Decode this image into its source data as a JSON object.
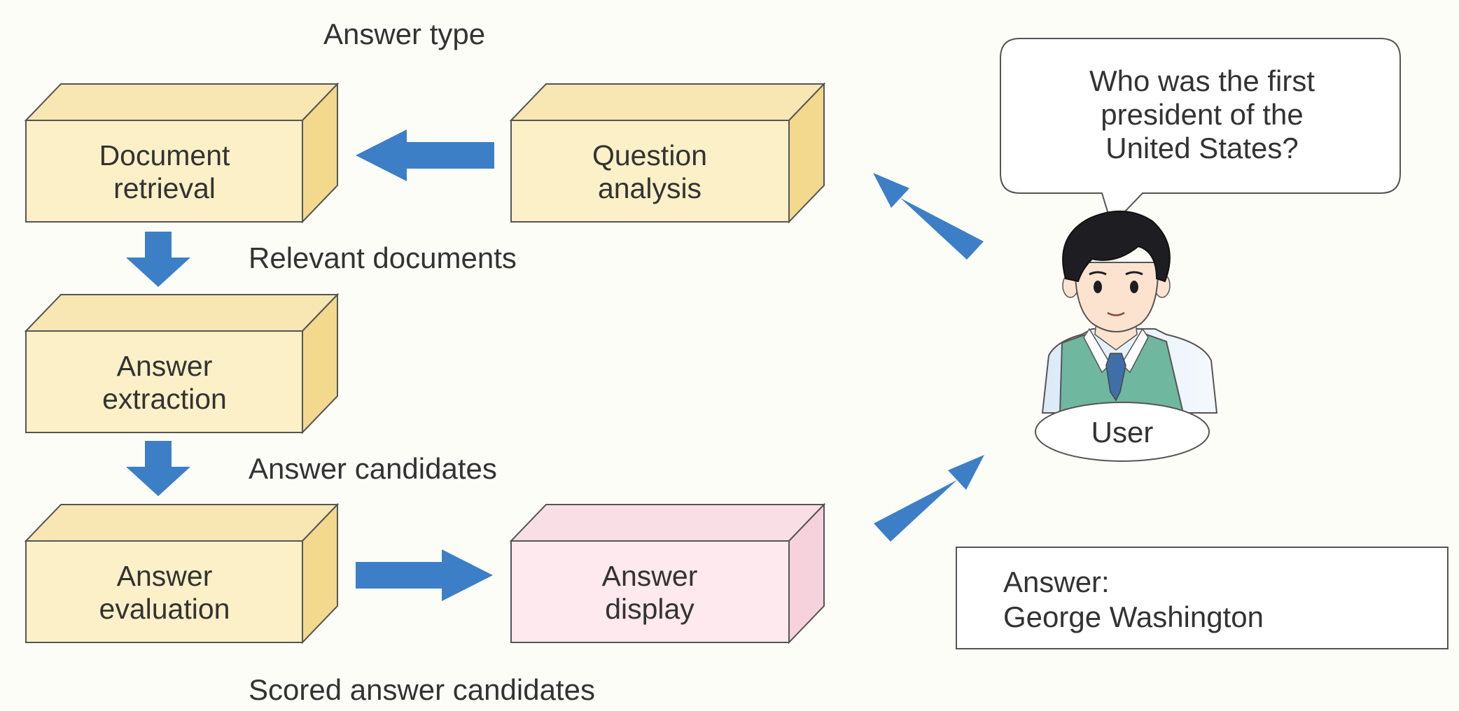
{
  "colors": {
    "box_front": "#fbf0c7",
    "box_top": "#f8e7b3",
    "box_side": "#f2d98d",
    "display_front": "#fde9ee",
    "display_top": "#f9dfe5",
    "display_side": "#f6d2dc",
    "arrow": "#3d7fc6",
    "outline": "#555555",
    "text": "#333333"
  },
  "boxes": {
    "document_retrieval": [
      "Document",
      "retrieval"
    ],
    "question_analysis": [
      "Question",
      "analysis"
    ],
    "answer_extraction": [
      "Answer",
      "extraction"
    ],
    "answer_evaluation": [
      "Answer",
      "evaluation"
    ],
    "answer_display": [
      "Answer",
      "display"
    ]
  },
  "labels": {
    "answer_type": "Answer type",
    "relevant_documents": "Relevant documents",
    "answer_candidates": "Answer candidates",
    "scored_answer_candidates": "Scored answer candidates"
  },
  "speech": [
    "Who was the first",
    "president of the",
    "United States?"
  ],
  "user": {
    "label": "User",
    "icon": "user-figure-icon"
  },
  "answer_box": [
    "Answer:",
    "George Washington"
  ]
}
